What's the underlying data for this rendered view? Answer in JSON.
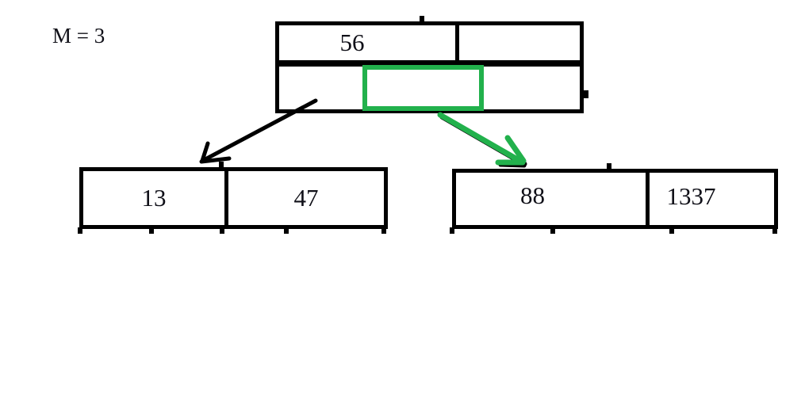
{
  "annotation": {
    "order_label": "M = 3"
  },
  "colors": {
    "highlight_green": "#22B14C",
    "ink_black": "#000000"
  },
  "tree": {
    "root": {
      "keys": [
        {
          "value": "56",
          "highlighted": false
        },
        {
          "value": "",
          "highlighted": false
        }
      ],
      "pointers": [
        {
          "index": 0,
          "highlighted": false
        },
        {
          "index": 1,
          "highlighted": true
        },
        {
          "index": 2,
          "highlighted": false
        }
      ]
    },
    "leaves": [
      {
        "side": "left",
        "keys": [
          {
            "value": "13",
            "highlighted": false
          },
          {
            "value": "47",
            "highlighted": false
          }
        ]
      },
      {
        "side": "right",
        "keys": [
          {
            "value": "88",
            "highlighted": false
          },
          {
            "value": "1337",
            "highlighted": true
          }
        ]
      }
    ],
    "arrows": [
      {
        "name": "root-to-left-leaf",
        "color": "black"
      },
      {
        "name": "root-to-right-leaf",
        "color": "green"
      }
    ]
  }
}
